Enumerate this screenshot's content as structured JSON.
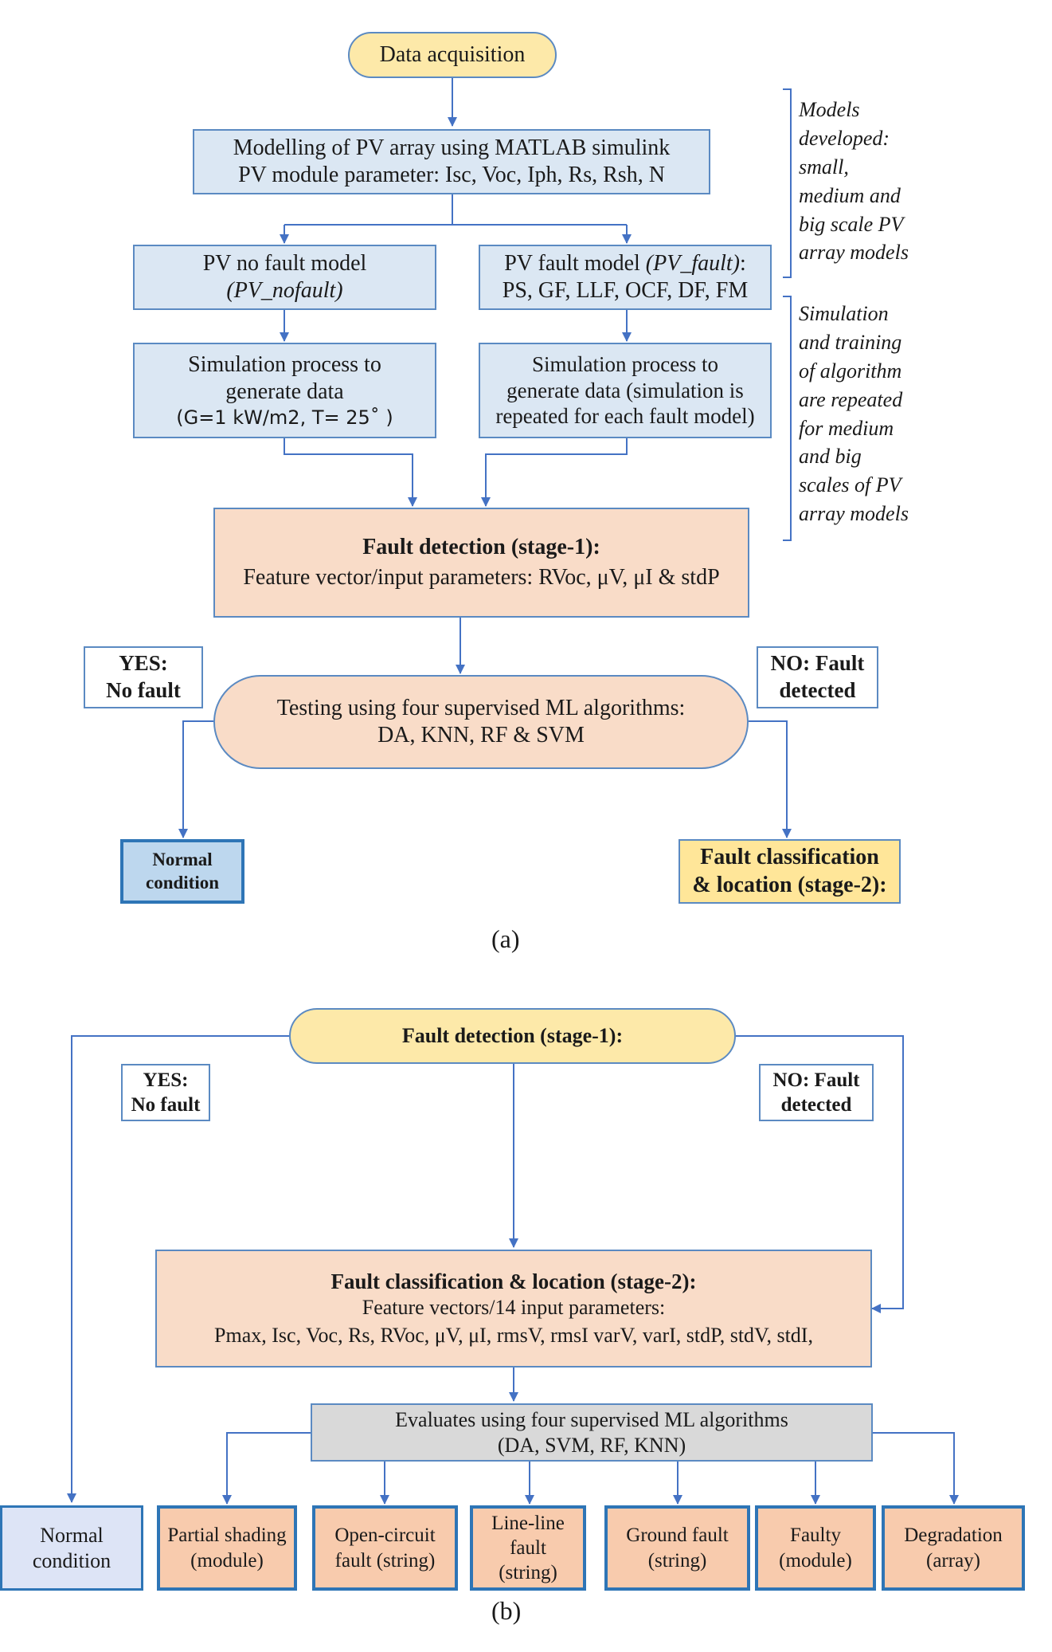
{
  "panel_a": {
    "caption": "(a)",
    "start": "Data acquisition",
    "modelling": {
      "line1": "Modelling of PV array using MATLAB simulink",
      "line2": "PV module parameter: Isc, Voc, Iph, Rs, Rsh, N"
    },
    "nofault_model": {
      "line1": "PV no fault model",
      "line2": "(PV_nofault)"
    },
    "fault_model": {
      "line1_text": "PV fault model ",
      "line1_tag": "(PV_fault)",
      "line1_end": ":",
      "line2": "PS, GF, LLF, OCF, DF,  FM"
    },
    "sim_nofault": {
      "line1": "Simulation process to",
      "line2": "generate data",
      "line3": "(G=1 kW/m2, T= 25˚ )"
    },
    "sim_fault": {
      "line1": "Simulation process to",
      "line2": "generate data (simulation is",
      "line3": "repeated for each fault model)"
    },
    "detection": {
      "title": "Fault detection (stage-1):",
      "line2": "Feature vector/input parameters: RVoc, μV, μI & stdP"
    },
    "testing": {
      "line1": "Testing using four supervised ML algorithms:",
      "line2": "DA, KNN, RF & SVM"
    },
    "yes_flag": {
      "line1": "YES:",
      "line2": "No fault"
    },
    "no_flag": {
      "line1": "NO: Fault",
      "line2": "detected"
    },
    "normal": {
      "line1": "Normal",
      "line2": "condition"
    },
    "classification": {
      "line1": "Fault classification",
      "line2": "& location (stage-2):"
    },
    "note_models": [
      "Models",
      "developed:",
      "small,",
      "medium and",
      "big scale PV",
      "array models"
    ],
    "note_simulation": [
      "Simulation",
      "and training",
      "of algorithm",
      "are repeated",
      "for medium",
      "and big",
      "scales of PV",
      "array models"
    ]
  },
  "panel_b": {
    "caption": "(b)",
    "detection": "Fault detection (stage-1):",
    "yes_flag": {
      "line1": "YES:",
      "line2": "No fault"
    },
    "no_flag": {
      "line1": "NO: Fault",
      "line2": "detected"
    },
    "classification": {
      "title": "Fault classification & location (stage-2):",
      "line2": "Feature vectors/14 input parameters:",
      "line3": "Pmax, Isc, Voc, Rs, RVoc, μV, μI, rmsV, rmsI varV, varI, stdP, stdV, stdI,"
    },
    "evaluates": {
      "line1": "Evaluates using four supervised ML algorithms",
      "line2": "(DA, SVM, RF, KNN)"
    },
    "outputs": [
      {
        "lines": [
          "Normal",
          "condition"
        ]
      },
      {
        "lines": [
          "Partial shading",
          "(module)"
        ]
      },
      {
        "lines": [
          "Open-circuit",
          "fault (string)"
        ]
      },
      {
        "lines": [
          "Line-line",
          "fault",
          "(string)"
        ]
      },
      {
        "lines": [
          "Ground fault",
          "(string)"
        ]
      },
      {
        "lines": [
          "Faulty",
          "(module)"
        ]
      },
      {
        "lines": [
          "Degradation",
          "(array)"
        ]
      }
    ]
  },
  "colors": {
    "connector": "#4472c4",
    "process_fill": "#dbe7f3",
    "detection_fill": "#f9dcc8",
    "terminal_fill": "#fde9a9",
    "evaluation_fill": "#d9d9d9",
    "output_fill": "#f8cbad",
    "output_border": "#2e75b6"
  }
}
